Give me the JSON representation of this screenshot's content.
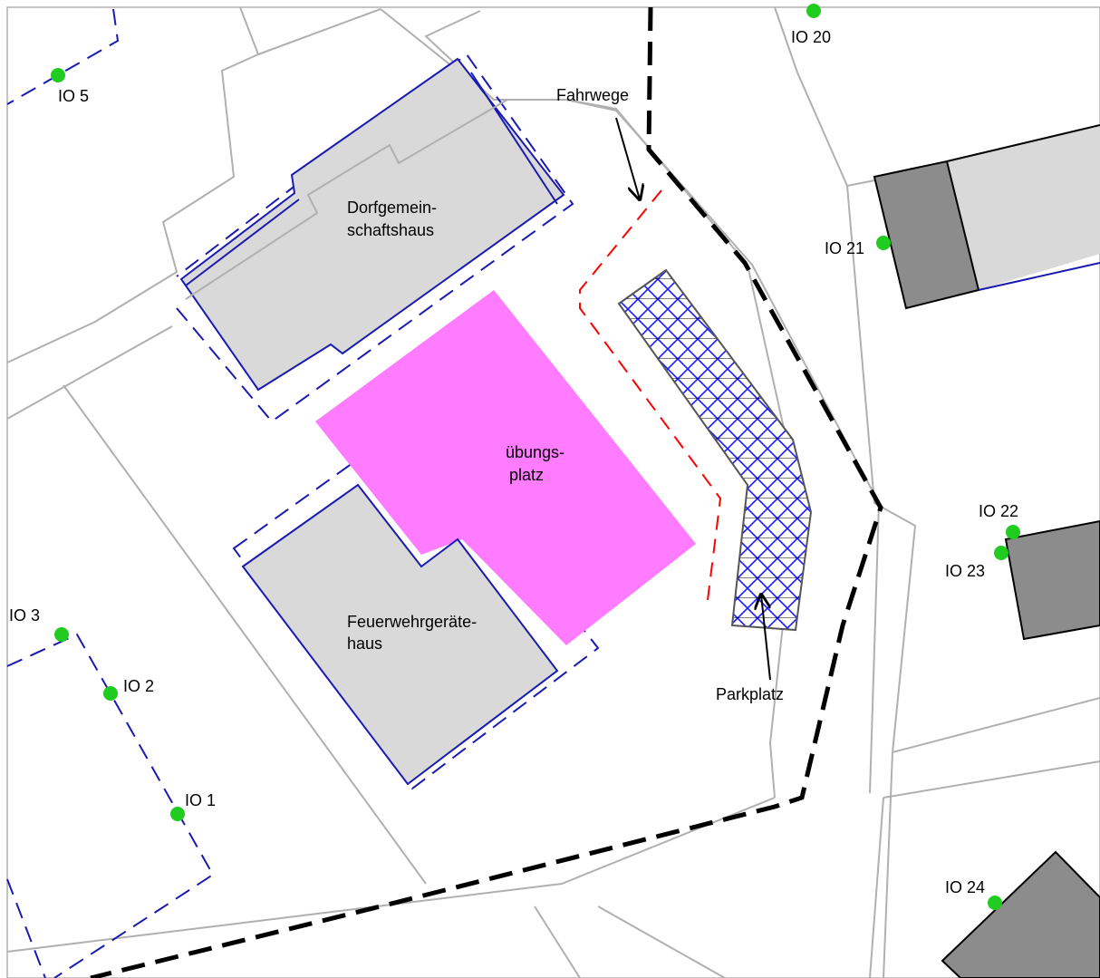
{
  "buildings": {
    "dorfgemeinschaftshaus": {
      "label_line1": "Dorfgemein-",
      "label_line2": "schaftshaus"
    },
    "feuerwehrgeraetehaus": {
      "label_line1": "Feuerwehrgeräte-",
      "label_line2": "haus"
    }
  },
  "areas": {
    "uebungsplatz": {
      "label_line1": "übungs-",
      "label_line2": "platz",
      "color": "#ff7bff"
    },
    "parkplatz": {
      "label": "Parkplatz",
      "hatch_color": "#1a1aff"
    }
  },
  "annotations": {
    "fahrwege": "Fahrwege"
  },
  "points": [
    {
      "id": "io5",
      "label": "IO 5"
    },
    {
      "id": "io20",
      "label": "IO 20"
    },
    {
      "id": "io21",
      "label": "IO 21"
    },
    {
      "id": "io22",
      "label": "IO 22"
    },
    {
      "id": "io23",
      "label": "IO 23"
    },
    {
      "id": "io3",
      "label": "IO 3"
    },
    {
      "id": "io2",
      "label": "IO 2"
    },
    {
      "id": "io1",
      "label": "IO 1"
    },
    {
      "id": "io24",
      "label": "IO 24"
    }
  ],
  "colors": {
    "point": "#1fcc1f",
    "building_fill": "#d9d9d9",
    "dark_building_fill": "#8c8c8c",
    "parcel_line": "#b0b0b0",
    "blue_line": "#1a1ab3",
    "fahrweg_line": "#ff0000",
    "boundary_line": "#000000"
  }
}
